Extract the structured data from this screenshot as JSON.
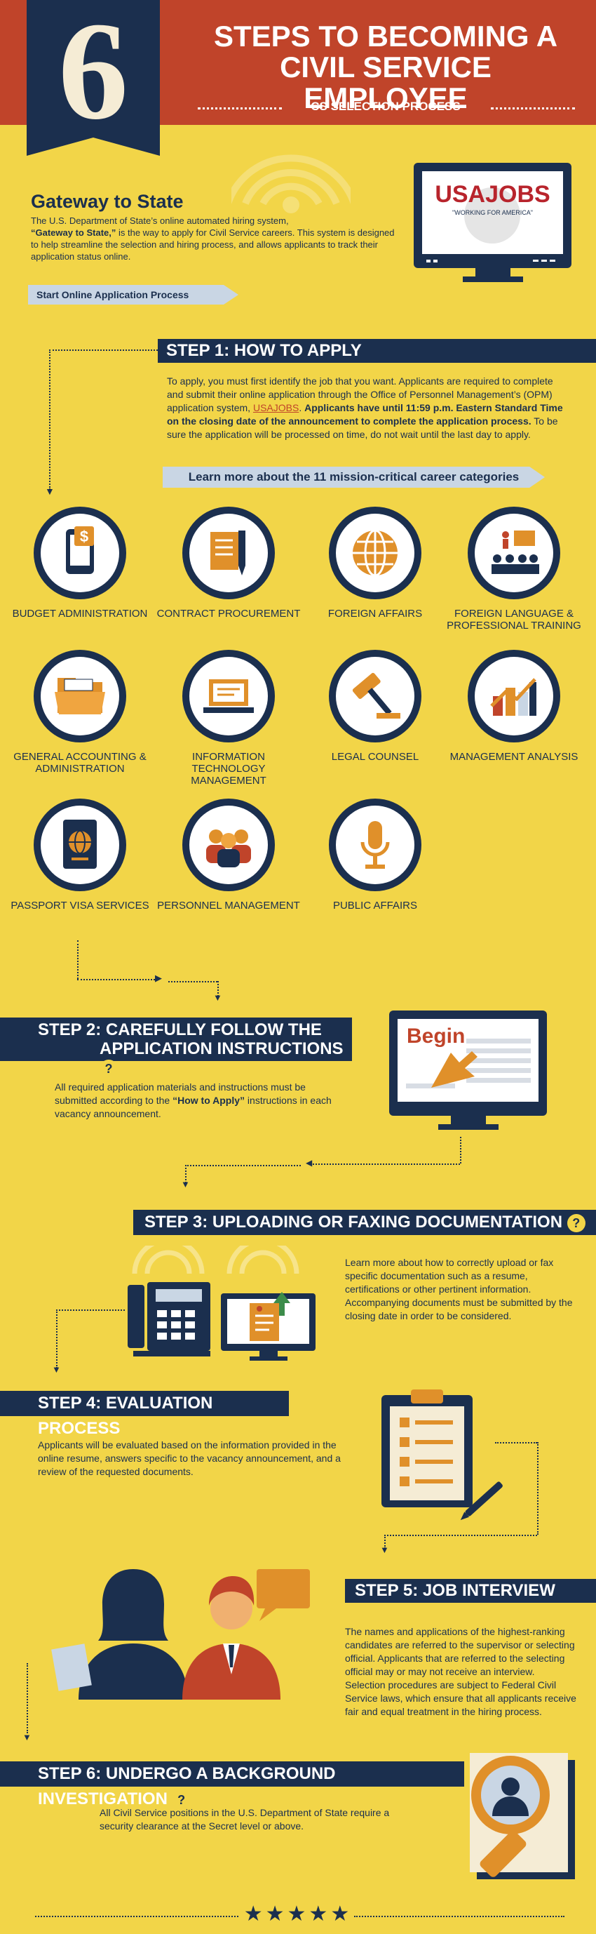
{
  "header": {
    "number": "6",
    "title_line1": "STEPS TO BECOMING A",
    "title_line2": "CIVIL SERVICE EMPLOYEE",
    "subtitle": "CS SELECTION PROCESS"
  },
  "gateway": {
    "title": "Gateway to State",
    "text_line1": "The U.S. Department of State’s online automated hiring system,",
    "text_bold": "“Gateway to State,”",
    "text_rest": " is the way to apply for Civil Service careers. This system is designed to help streamline the selection and hiring process, and allows applicants to track their application status online.",
    "button": "Start Online Application Process",
    "usajobs_logo": "USAJOBS",
    "usajobs_tagline": "\"WORKING FOR AMERICA\""
  },
  "step1": {
    "title": "STEP 1: HOW TO APPLY",
    "text_a": "To apply, you must first identify the job that you want. Applicants are required to complete and submit their online application through the Office of Personnel Management’s (OPM) application system, ",
    "link": "USAJOBS",
    "text_b": ". ",
    "text_bold": "Applicants have until 11:59 p.m. Eastern Standard Time on the closing date of the announcement to complete the application process.",
    "text_c": " To be sure the application will be processed on time, do not wait until the last day to apply.",
    "learn_button": "Learn more about the 11 mission-critical career categories"
  },
  "categories": [
    {
      "label": "BUDGET ADMINISTRATION",
      "icon": "budget-tablet-icon"
    },
    {
      "label": "CONTRACT PROCUREMENT",
      "icon": "contract-pen-icon"
    },
    {
      "label": "FOREIGN AFFAIRS",
      "icon": "globe-icon"
    },
    {
      "label": "FOREIGN LANGUAGE & PROFESSIONAL TRAINING",
      "icon": "training-presentation-icon"
    },
    {
      "label": "GENERAL ACCOUNTING & ADMINISTRATION",
      "icon": "folder-icon"
    },
    {
      "label": "INFORMATION TECHNOLOGY MANAGEMENT",
      "icon": "laptop-icon"
    },
    {
      "label": "LEGAL COUNSEL",
      "icon": "gavel-icon"
    },
    {
      "label": "MANAGEMENT ANALYSIS",
      "icon": "bar-chart-icon"
    },
    {
      "label": "PASSPORT VISA SERVICES",
      "icon": "passport-icon"
    },
    {
      "label": "PERSONNEL MANAGEMENT",
      "icon": "people-icon"
    },
    {
      "label": "PUBLIC AFFAIRS",
      "icon": "microphone-icon"
    }
  ],
  "step2": {
    "title_line1": "STEP 2: CAREFULLY FOLLOW THE",
    "title_line2": "APPLICATION INSTRUCTIONS",
    "qmark": "?",
    "text_a": "All required application materials and instructions must be submitted according to the ",
    "text_bold": "“How to Apply”",
    "text_b": " instructions in each vacancy announcement.",
    "screen_word": "Begin"
  },
  "step3": {
    "title": "STEP 3: UPLOADING OR FAXING DOCUMENTATION",
    "qmark": "?",
    "text": "Learn more about how to correctly upload or fax specific documentation such as a resume, certifications or other pertinent information. Accompanying documents must be submitted by the closing date in order to be considered."
  },
  "step4": {
    "title": "STEP 4: EVALUATION PROCESS",
    "text": "Applicants will be evaluated based on the information provided in the online resume, answers specific to the vacancy announcement, and a review of the requested documents."
  },
  "step5": {
    "title": "STEP 5: JOB INTERVIEW",
    "text": "The names and applications of the highest-ranking candidates are referred to the supervisor or selecting official.  Applicants that are referred to the selecting official may or may not receive an interview.  Selection procedures are subject to Federal Civil Service laws, which ensure that all applicants receive fair and equal treatment in the hiring process."
  },
  "step6": {
    "title": "STEP 6: UNDERGO A BACKGROUND INVESTIGATION",
    "qmark": "?",
    "text": "All Civil Service positions in the U.S. Department of State require a security clearance at the Secret level or above."
  },
  "footer": {
    "stars": "★★★★★"
  },
  "colors": {
    "navy": "#1b2f4e",
    "red": "#c0442a",
    "yellow": "#f2d548",
    "orange": "#e0902a",
    "lightblue": "#c9d6e4"
  }
}
